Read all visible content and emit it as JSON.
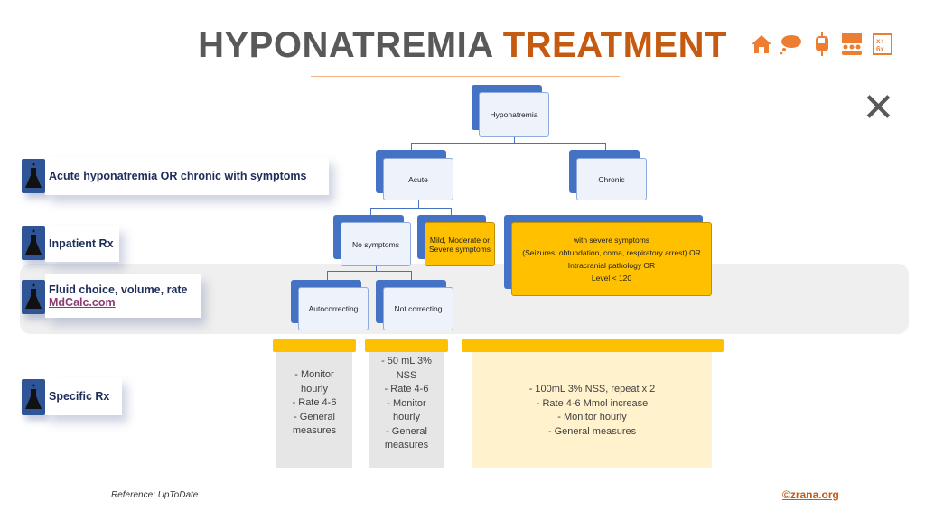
{
  "title": {
    "part1": "HYPONATREMIA",
    "part2": "TREATMENT"
  },
  "nav_icons": [
    "home-icon",
    "thought-cloud-icon",
    "iv-bag-icon",
    "presentation-icon",
    "strategy-board-icon"
  ],
  "close_label": "✕",
  "tree": {
    "root": "Hyponatremia",
    "acute": "Acute",
    "chronic": "Chronic",
    "no_symptoms": "No symptoms",
    "mild": "Mild, Moderate or Severe symptoms",
    "severe": [
      "with severe symptoms",
      "(Seizures, obtundation, coma, respiratory arrest) OR",
      "Intracranial pathology OR",
      "Level < 120"
    ],
    "autocorrecting": "Autocorrecting",
    "not_correcting": "Not correcting"
  },
  "rows": {
    "acute": "Acute hyponatremia OR chronic with symptoms",
    "inpatient": "Inpatient Rx",
    "fluid": "Fluid choice, volume, rate",
    "fluid_link": "MdCalc.com",
    "specific": "Specific Rx"
  },
  "rx": {
    "auto": [
      "- Monitor hourly",
      "-   Rate 4-6",
      "-   General measures"
    ],
    "notcorr": [
      "-   50 mL 3% NSS",
      "-   Rate 4-6",
      "-   Monitor hourly",
      "-   General measures"
    ],
    "chronic": [
      "-   100mL 3% NSS, repeat x 2",
      "-   Rate 4-6 Mmol increase",
      "-   Monitor hourly",
      "-   General measures"
    ]
  },
  "footer": {
    "reference": "Reference: UpToDate",
    "copyright": "©zrana.org"
  }
}
